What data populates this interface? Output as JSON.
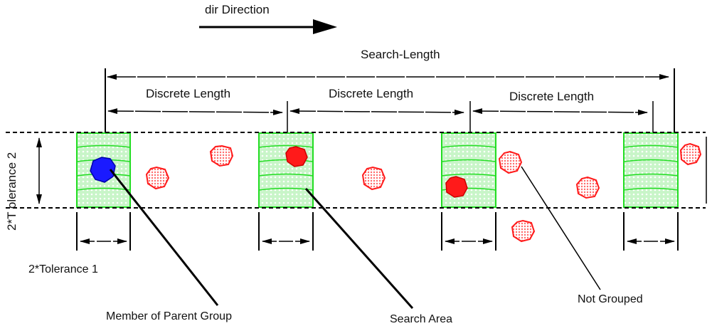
{
  "labels": {
    "direction": "dir Direction",
    "search_length": "Search-Length",
    "discrete_length": "Discrete Length",
    "tolerance2": "2*T olerance 2",
    "tolerance1": "2*Tolerance 1",
    "member_parent": "Member of Parent Group",
    "search_area": "Search Area",
    "not_grouped": "Not Grouped"
  },
  "colors": {
    "area_fill": "#c8f5c8",
    "area_edge": "#22dd22",
    "point_red": "#ff1a1a",
    "point_blue": "#1a1aff",
    "line": "#000000"
  }
}
